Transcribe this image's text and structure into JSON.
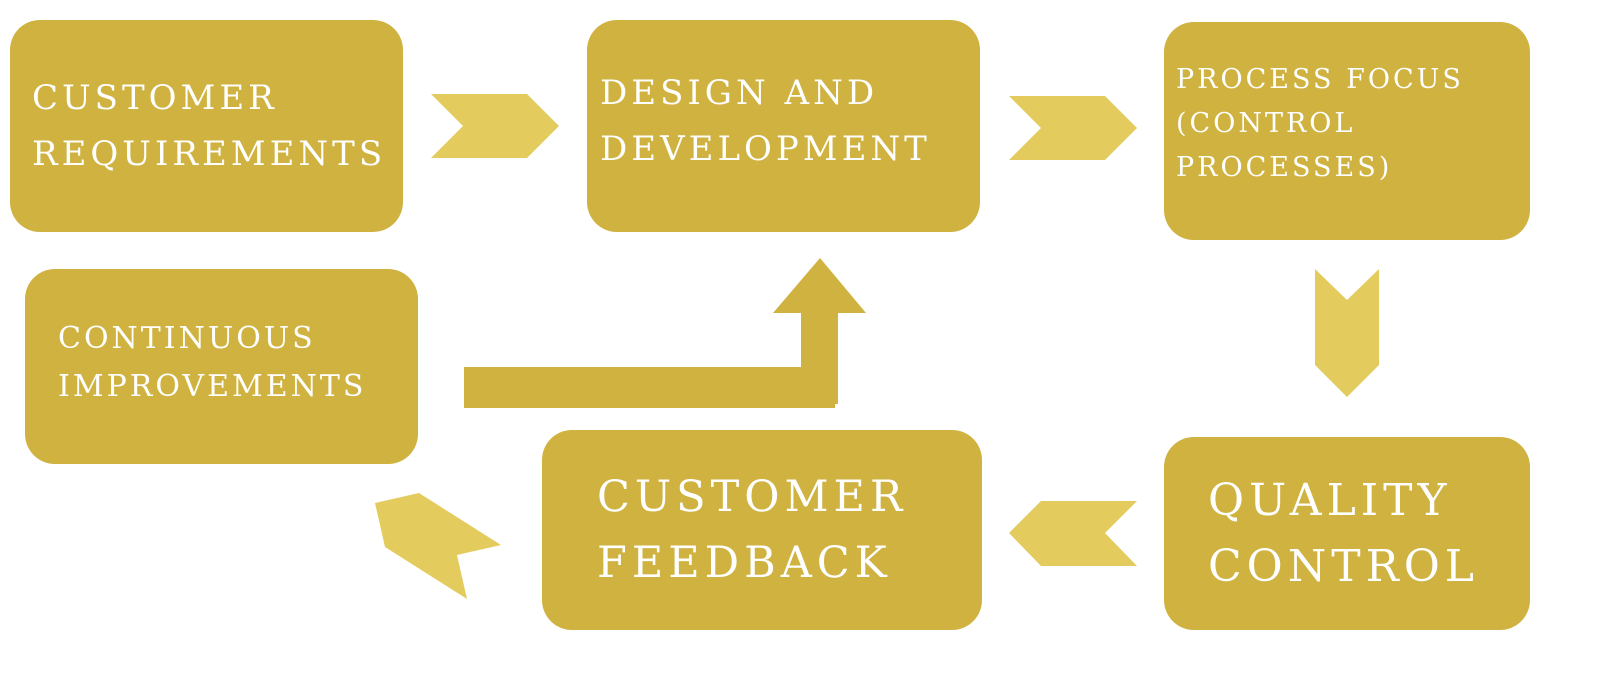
{
  "colors": {
    "box": "#CFB240",
    "arrow": "#E4CB5E",
    "text": "#FFFFFF"
  },
  "steps": [
    {
      "lines": [
        "Customer",
        "Requirements"
      ]
    },
    {
      "lines": [
        "Design and",
        "Development"
      ]
    },
    {
      "lines": [
        "Process Focus",
        "(Control",
        "Processes)"
      ]
    },
    {
      "lines": [
        "Continuous",
        "Improvements"
      ]
    },
    {
      "lines": [
        "Customer",
        "Feedback"
      ]
    },
    {
      "lines": [
        "Quality",
        "Control"
      ]
    }
  ]
}
